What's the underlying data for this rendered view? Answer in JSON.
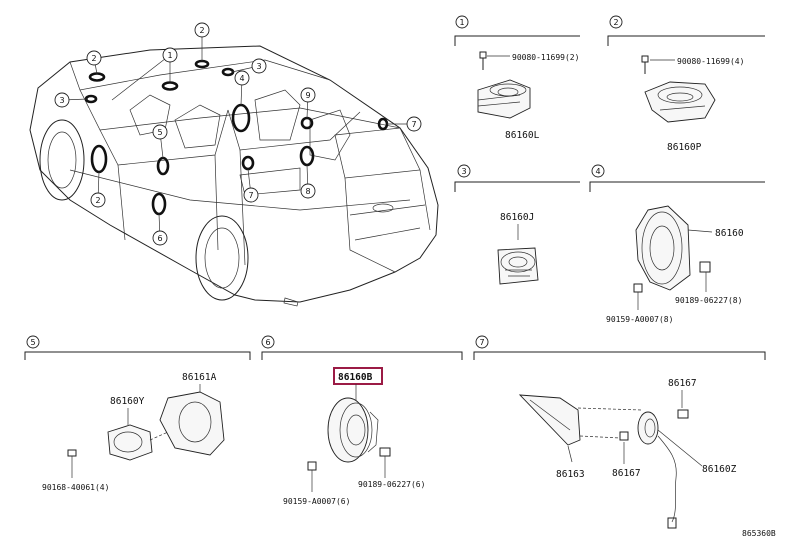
{
  "car": {
    "callouts": [
      "1",
      "2",
      "3",
      "4",
      "5",
      "6",
      "7",
      "8",
      "9"
    ]
  },
  "sections": {
    "s1": {
      "marker": "1",
      "screw": "90080-11699(2)",
      "part": "86160L"
    },
    "s2": {
      "marker": "2",
      "screw": "90080-11699(4)",
      "part": "86160P"
    },
    "s3": {
      "marker": "3",
      "part": "86160J"
    },
    "s4": {
      "marker": "4",
      "part": "86160",
      "clip": "90189-06227(8)",
      "screw": "90159-A0007(8)"
    },
    "s5": {
      "marker": "5",
      "part_a": "86161A",
      "part_b": "86160Y",
      "screw": "90168-40061(4)"
    },
    "s6": {
      "marker": "6",
      "part": "86160B",
      "clip": "90189-06227(6)",
      "screw": "90159-A0007(6)"
    },
    "s7": {
      "marker": "7",
      "part_a": "86167",
      "part_b": "86167",
      "part_c": "86163",
      "part_d": "86160Z"
    }
  },
  "footer": {
    "code": "865360B"
  },
  "colors": {
    "highlight": "#9b1b45",
    "line": "#222222"
  }
}
